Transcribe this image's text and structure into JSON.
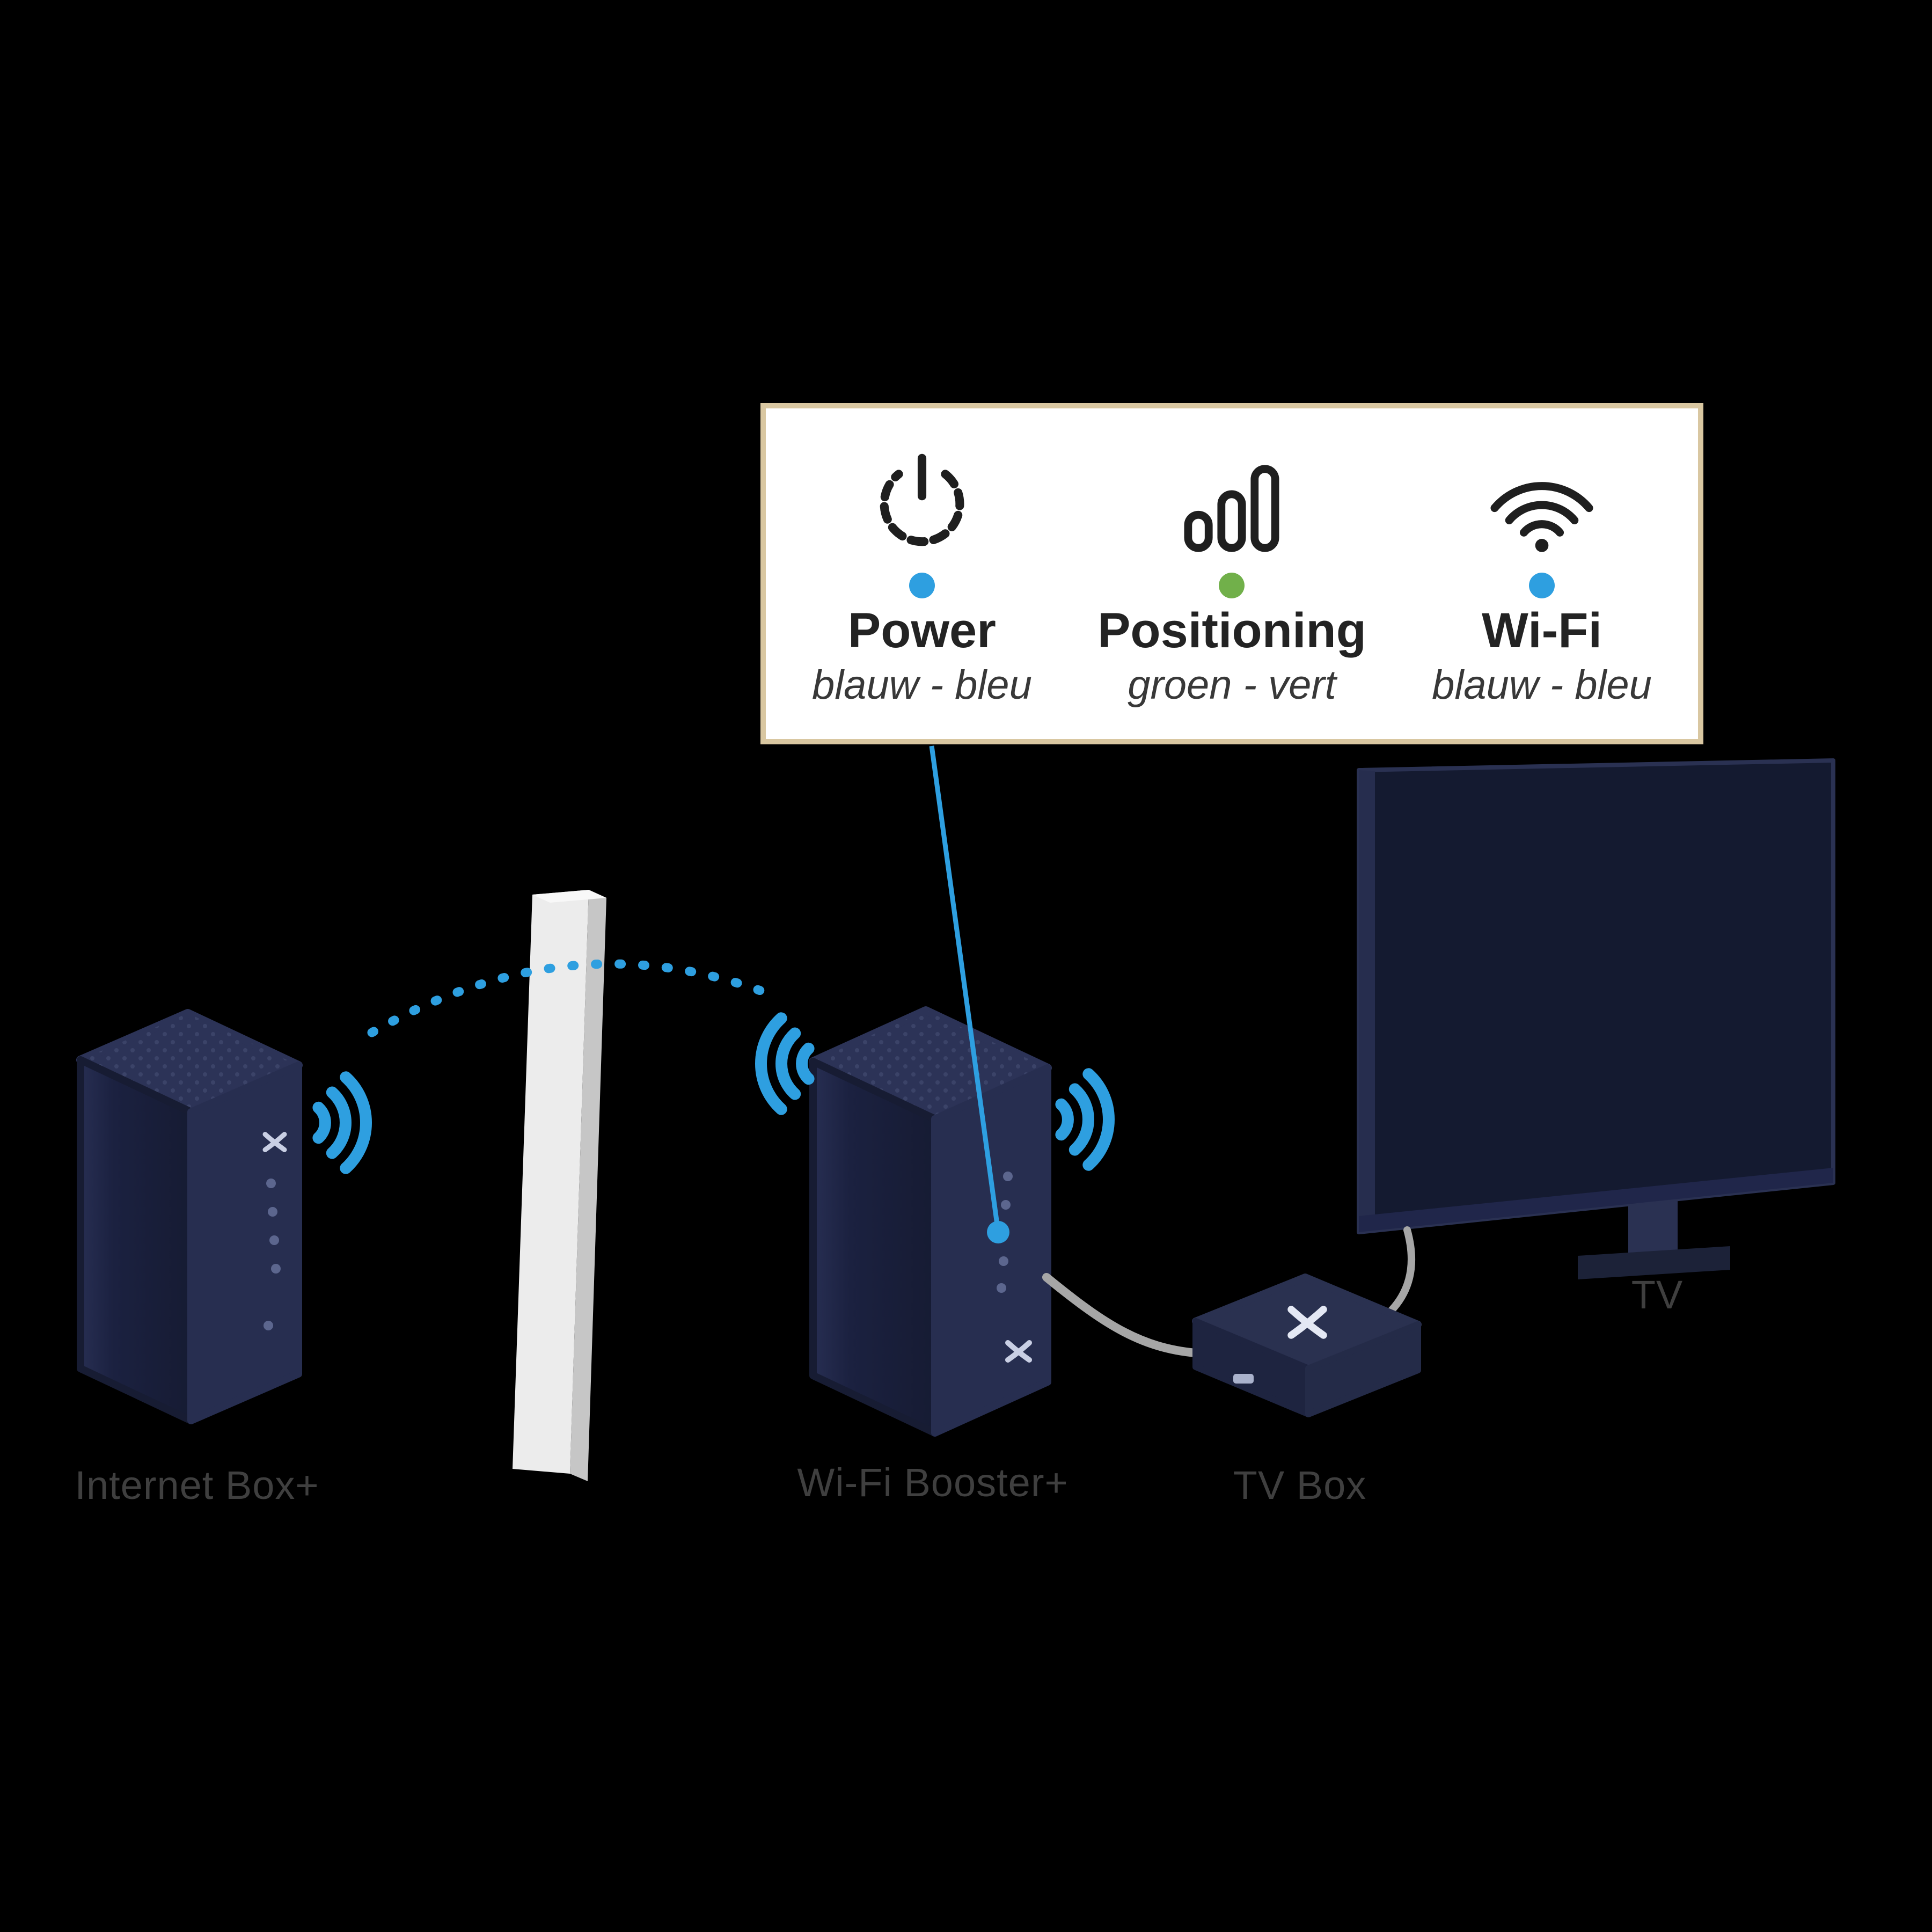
{
  "callout": {
    "border_color": "#d9c7a1",
    "items": [
      {
        "icon": "power-icon",
        "dot_color": "#2e9fe0",
        "label": "Power",
        "sublabel": "blauw - bleu"
      },
      {
        "icon": "signal-bars-icon",
        "dot_color": "#71b04a",
        "label": "Positioning",
        "sublabel": "groen - vert"
      },
      {
        "icon": "wifi-icon",
        "dot_color": "#2e9fe0",
        "label": "Wi-Fi",
        "sublabel": "blauw - bleu"
      }
    ]
  },
  "labels": {
    "internet_box": "Internet Box+",
    "wifi_booster": "Wi-Fi Booster+",
    "tv_box": "TV Box",
    "tv": "TV"
  },
  "colors": {
    "background": "#000000",
    "accent_blue": "#2e9fe0",
    "accent_green": "#71b04a",
    "callout_border": "#d9c7a1",
    "device_navy": "#20264a",
    "wall_white": "#ececec",
    "cable_gray": "#a6a6a6",
    "label_gray": "#3f3f3f"
  }
}
